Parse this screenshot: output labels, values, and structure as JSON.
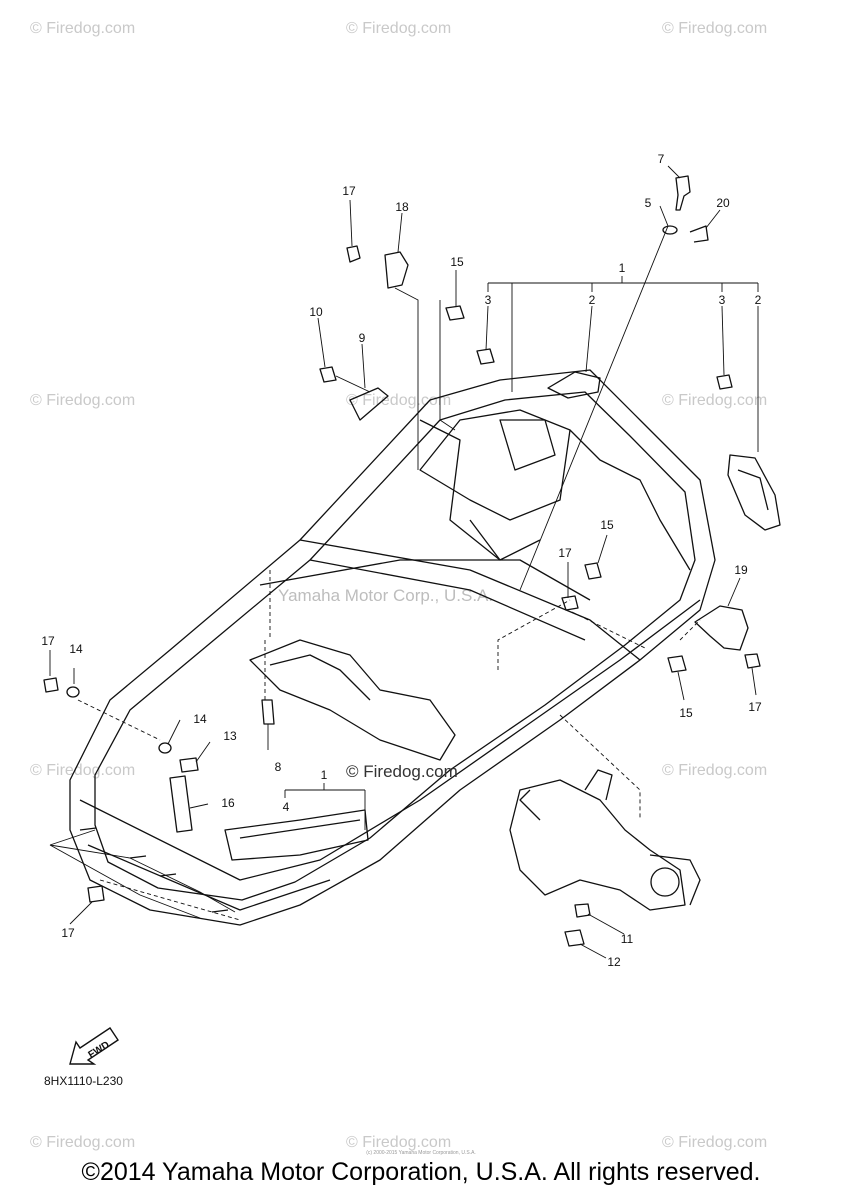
{
  "watermarks": {
    "site": "© Firedog.com",
    "center": "Yamaha Motor Corp., U.S.A.",
    "mid": "© Firedog.com"
  },
  "diagram": {
    "callouts": {
      "c1a": "1",
      "c2a": "2",
      "c3a": "3",
      "c2b": "2",
      "c3b": "3",
      "c4": "4",
      "c1b": "1",
      "c5": "5",
      "c7": "7",
      "c8": "8",
      "c9": "9",
      "c10": "10",
      "c11": "11",
      "c12": "12",
      "c13": "13",
      "c14a": "14",
      "c14b": "14",
      "c15a": "15",
      "c15b": "15",
      "c15c": "15",
      "c16": "16",
      "c17a": "17",
      "c17b": "17",
      "c17c": "17",
      "c17d": "17",
      "c17e": "17",
      "c18": "18",
      "c19": "19",
      "c20": "20"
    },
    "fwd_label": "FWD",
    "reference": "8HX1110-L230"
  },
  "footer": {
    "fine_print": "(c) 2000-2015 Yamaha Motor Corporation, U.S.A.",
    "copyright": "©2014 Yamaha Motor Corporation, U.S.A. All rights reserved."
  }
}
